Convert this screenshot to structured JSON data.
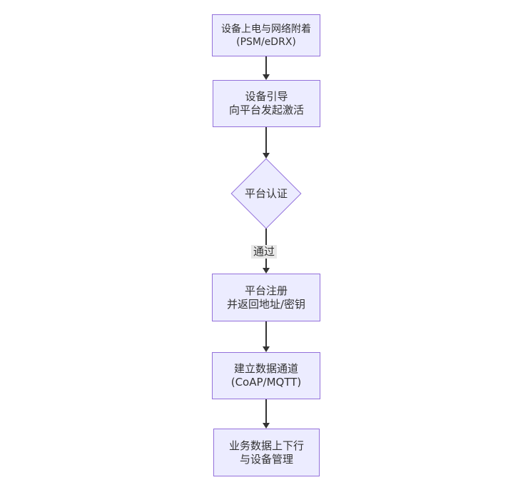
{
  "diagram": {
    "type": "flowchart",
    "direction": "top-down",
    "colors": {
      "node_fill": "#ECECFF",
      "node_border": "#9370DB",
      "text": "#333333",
      "arrow": "#333333",
      "edge_label_bg": "#e8e8e8",
      "background": "#ffffff"
    },
    "nodes": [
      {
        "id": "n1",
        "shape": "rect",
        "lines": [
          "设备上电与网络附着",
          "(PSM/eDRX)"
        ]
      },
      {
        "id": "n2",
        "shape": "rect",
        "lines": [
          "设备引导",
          "向平台发起激活"
        ]
      },
      {
        "id": "n3",
        "shape": "diamond",
        "lines": [
          "平台认证"
        ]
      },
      {
        "id": "n4",
        "shape": "rect",
        "lines": [
          "平台注册",
          "并返回地址/密钥"
        ]
      },
      {
        "id": "n5",
        "shape": "rect",
        "lines": [
          "建立数据通道",
          "(CoAP/MQTT)"
        ]
      },
      {
        "id": "n6",
        "shape": "rect",
        "lines": [
          "业务数据上下行",
          "与设备管理"
        ]
      }
    ],
    "edges": [
      {
        "from": "n1",
        "to": "n2",
        "label": ""
      },
      {
        "from": "n2",
        "to": "n3",
        "label": ""
      },
      {
        "from": "n3",
        "to": "n4",
        "label": "通过"
      },
      {
        "from": "n4",
        "to": "n5",
        "label": ""
      },
      {
        "from": "n5",
        "to": "n6",
        "label": ""
      }
    ]
  }
}
